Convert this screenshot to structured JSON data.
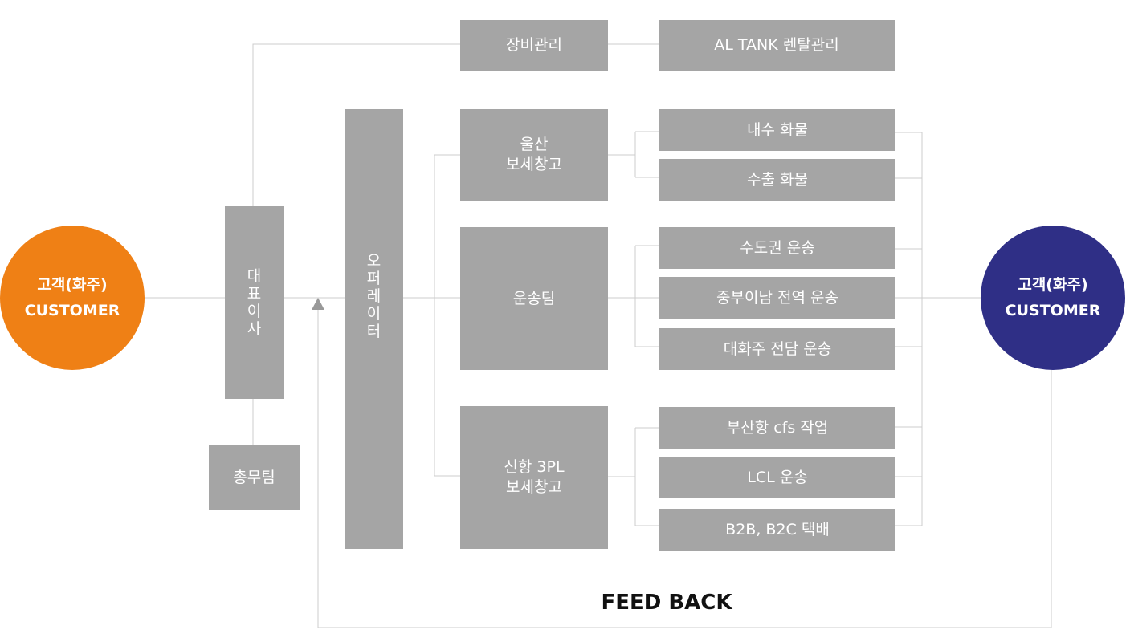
{
  "customer_left": {
    "ko": "고객(화주)",
    "en": "CUSTOMER",
    "color": "#ef8015"
  },
  "customer_right": {
    "ko": "고객(화주)",
    "en": "CUSTOMER",
    "color": "#2f2f86"
  },
  "ceo": "대표이사",
  "general_affairs": "총무팀",
  "operator": "오퍼레이터",
  "equipment": "장비관리",
  "al_tank": "AL TANK 렌탈관리",
  "ulsan": {
    "label": "울산\n보세창고",
    "items": [
      "내수 화물",
      "수출 화물"
    ]
  },
  "transport": {
    "label": "운송팀",
    "items": [
      "수도권 운송",
      "중부이남 전역 운송",
      "대화주 전담 운송"
    ]
  },
  "shinhang": {
    "label": "신항 3PL\n보세창고",
    "items": [
      "부산항 cfs 작업",
      "LCL 운송",
      "B2B, B2C 택배"
    ]
  },
  "feedback": "FEED BACK",
  "colors": {
    "box": "#a5a5a5",
    "line": "#cccccc",
    "arrow": "#999999"
  }
}
